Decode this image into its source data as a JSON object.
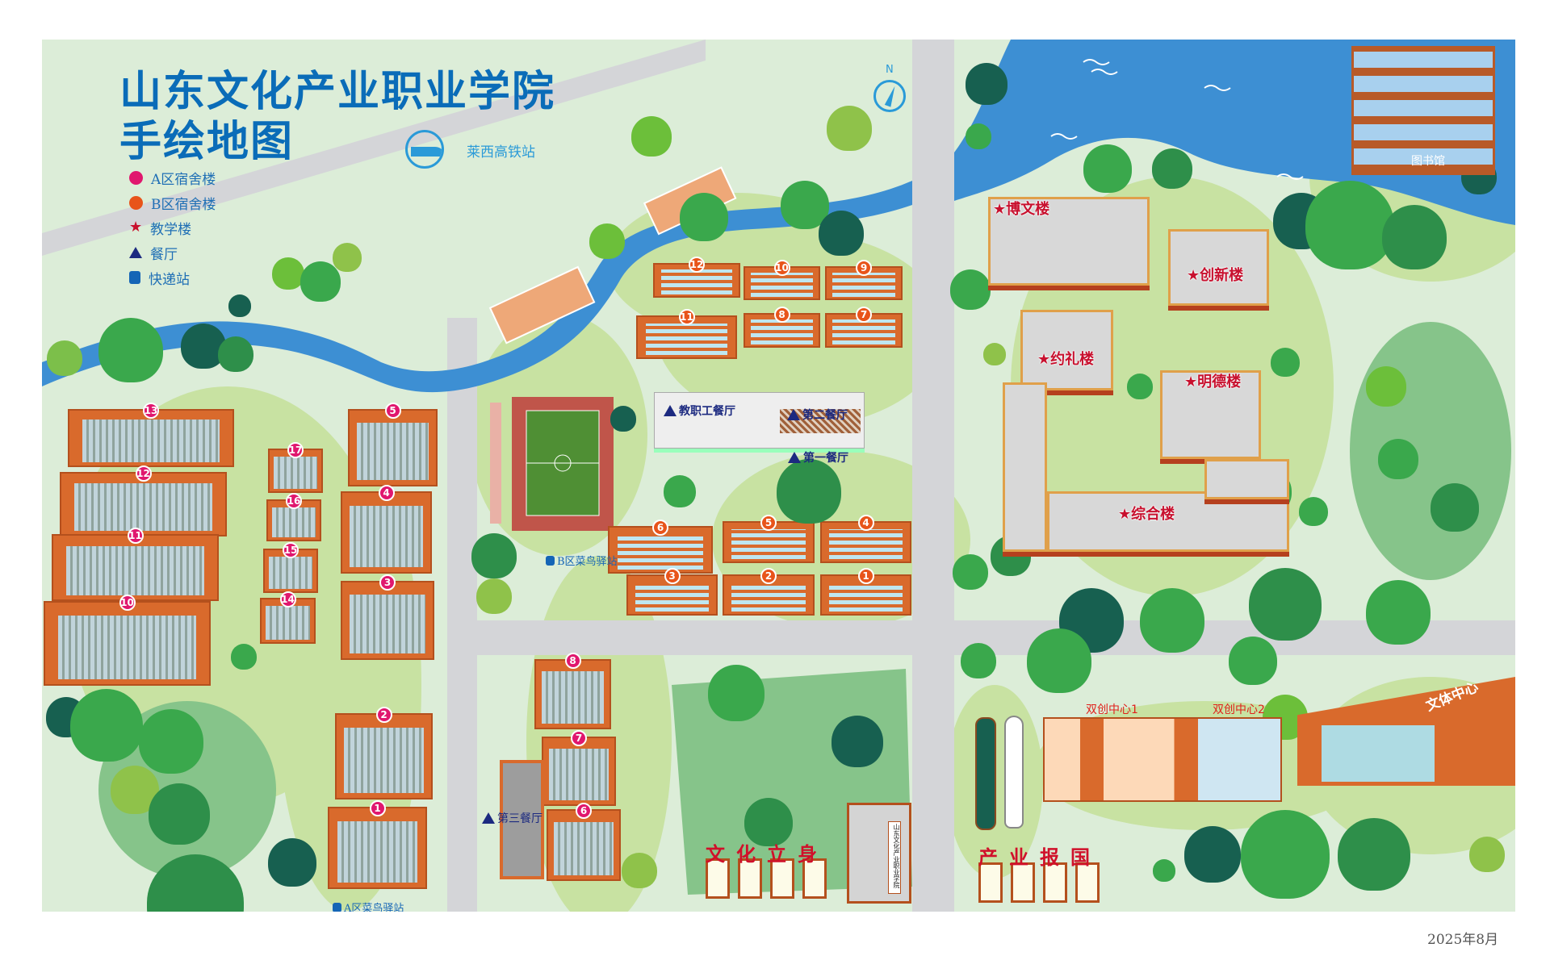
{
  "title": {
    "line1": "山东文化产业职业学院",
    "line2": "手绘地图"
  },
  "legend": [
    {
      "icon": "pink-dot",
      "label": "A区宿舍楼",
      "color": "#e0176e"
    },
    {
      "icon": "orange-dot",
      "label": "B区宿舍楼",
      "color": "#e8541a"
    },
    {
      "icon": "red-star",
      "label": "教学楼",
      "color": "#c8102e"
    },
    {
      "icon": "navy-triangle",
      "label": "餐厅",
      "color": "#1c2a80"
    },
    {
      "icon": "blue-square",
      "label": "快递站",
      "color": "#1565b6"
    }
  ],
  "station": {
    "label": "莱西高铁站"
  },
  "compass": {
    "label": "N"
  },
  "canteens": {
    "staff": "教职工餐厅",
    "second": "第二餐厅",
    "first": "第一餐厅",
    "third": "第三餐厅"
  },
  "express": {
    "b": "B区菜鸟驿站",
    "a": "A区菜鸟驿站"
  },
  "teaching": {
    "bowen": "博文楼",
    "chuangxin": "创新楼",
    "yueli": "约礼楼",
    "mingde": "明德楼",
    "zonghe": "综合楼"
  },
  "library": "图书馆",
  "innovation": {
    "c1": "双创中心1",
    "c2": "双创中心2"
  },
  "sports_center": "文体中心",
  "slogans": {
    "left": "文化立身",
    "right": "产业报国"
  },
  "monument": "山东文化产业职业学院",
  "dorms_a": [
    "13",
    "12",
    "11",
    "10",
    "17",
    "16",
    "15",
    "14",
    "5",
    "4",
    "3",
    "2",
    "1",
    "8",
    "7",
    "6"
  ],
  "dorms_b": [
    "12",
    "10",
    "9",
    "11",
    "8",
    "7",
    "6",
    "5",
    "4",
    "3",
    "2",
    "1"
  ],
  "date": "2025年8月",
  "colors": {
    "title": "#0a6cb8",
    "river": "#3d8fd3",
    "road": "#d4d5d8",
    "building": "#d96a2c"
  }
}
